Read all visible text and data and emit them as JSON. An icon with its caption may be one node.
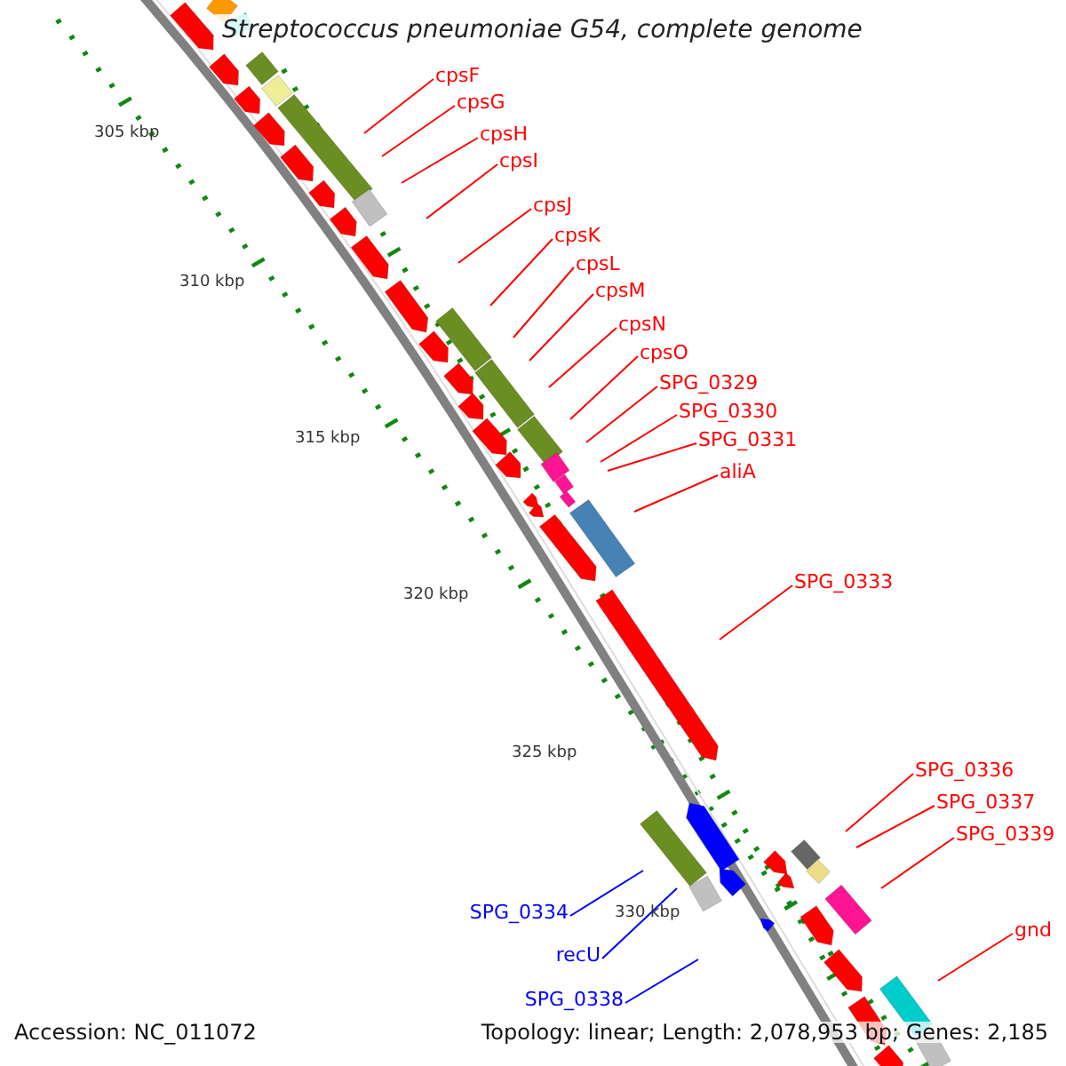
{
  "diagram": {
    "title": "Streptococcus pneumoniae G54, complete genome",
    "nodes": [
      {
        "text": [
          "cpsF"
        ]
      },
      {
        "text": [
          "cpsG"
        ]
      },
      {
        "text": [
          "cpsH"
        ]
      },
      {
        "text": [
          "cpsI"
        ]
      },
      {
        "text": [
          "cpsJ"
        ]
      },
      {
        "text": [
          "cpsK"
        ]
      },
      {
        "text": [
          "cpsL"
        ]
      },
      {
        "text": [
          "cpsM"
        ]
      },
      {
        "text": [
          "cpsN"
        ]
      },
      {
        "text": [
          "cpsO"
        ]
      },
      {
        "text": [
          "SPG_0329"
        ]
      },
      {
        "text": [
          "SPG_0330"
        ]
      },
      {
        "text": [
          "SPG_0331"
        ]
      },
      {
        "text": [
          "aliA"
        ]
      },
      {
        "text": [
          "SPG_0333"
        ]
      },
      {
        "text": [
          "SPG_0336"
        ]
      },
      {
        "text": [
          "SPG_0337"
        ]
      },
      {
        "text": [
          "SPG_0339"
        ]
      },
      {
        "text": [
          "gnd"
        ]
      },
      {
        "text": [
          "SPG_0334"
        ]
      },
      {
        "text": [
          "recU"
        ]
      },
      {
        "text": [
          "SPG_0338"
        ]
      }
    ],
    "edges": [
      {
        "from": 0,
        "to": null,
        "arrow": "none"
      },
      {
        "from": 1,
        "to": null,
        "arrow": "none"
      },
      {
        "from": 2,
        "to": null,
        "arrow": "none"
      },
      {
        "from": 3,
        "to": null,
        "arrow": "none"
      },
      {
        "from": 4,
        "to": null,
        "arrow": "none"
      },
      {
        "from": 5,
        "to": null,
        "arrow": "none"
      },
      {
        "from": 6,
        "to": null,
        "arrow": "none"
      },
      {
        "from": 7,
        "to": null,
        "arrow": "none"
      },
      {
        "from": 8,
        "to": null,
        "arrow": "none"
      },
      {
        "from": 9,
        "to": null,
        "arrow": "none"
      },
      {
        "from": 10,
        "to": null,
        "arrow": "none"
      },
      {
        "from": 11,
        "to": null,
        "arrow": "none"
      },
      {
        "from": 12,
        "to": null,
        "arrow": "none"
      },
      {
        "from": 13,
        "to": null,
        "arrow": "none"
      },
      {
        "from": 14,
        "to": null,
        "arrow": "none"
      },
      {
        "from": 15,
        "to": null,
        "arrow": "none"
      },
      {
        "from": 16,
        "to": null,
        "arrow": "none"
      },
      {
        "from": 17,
        "to": null,
        "arrow": "none"
      },
      {
        "from": 18,
        "to": null,
        "arrow": "none"
      },
      {
        "from": 19,
        "to": null,
        "arrow": "none",
        "color": "#0000ff"
      },
      {
        "from": 20,
        "to": null,
        "arrow": "none",
        "color": "#0000ff"
      },
      {
        "from": 21,
        "to": null,
        "arrow": "none",
        "color": "#0000ff"
      }
    ],
    "labels": [
      "305 kbp",
      "310 kbp",
      "315 kbp",
      "320 kbp",
      "325 kbp",
      "330 kbp",
      "Accession: NC_011072",
      "Topology: linear; Length: 2,078,953 bp; Genes: 2,185"
    ]
  }
}
